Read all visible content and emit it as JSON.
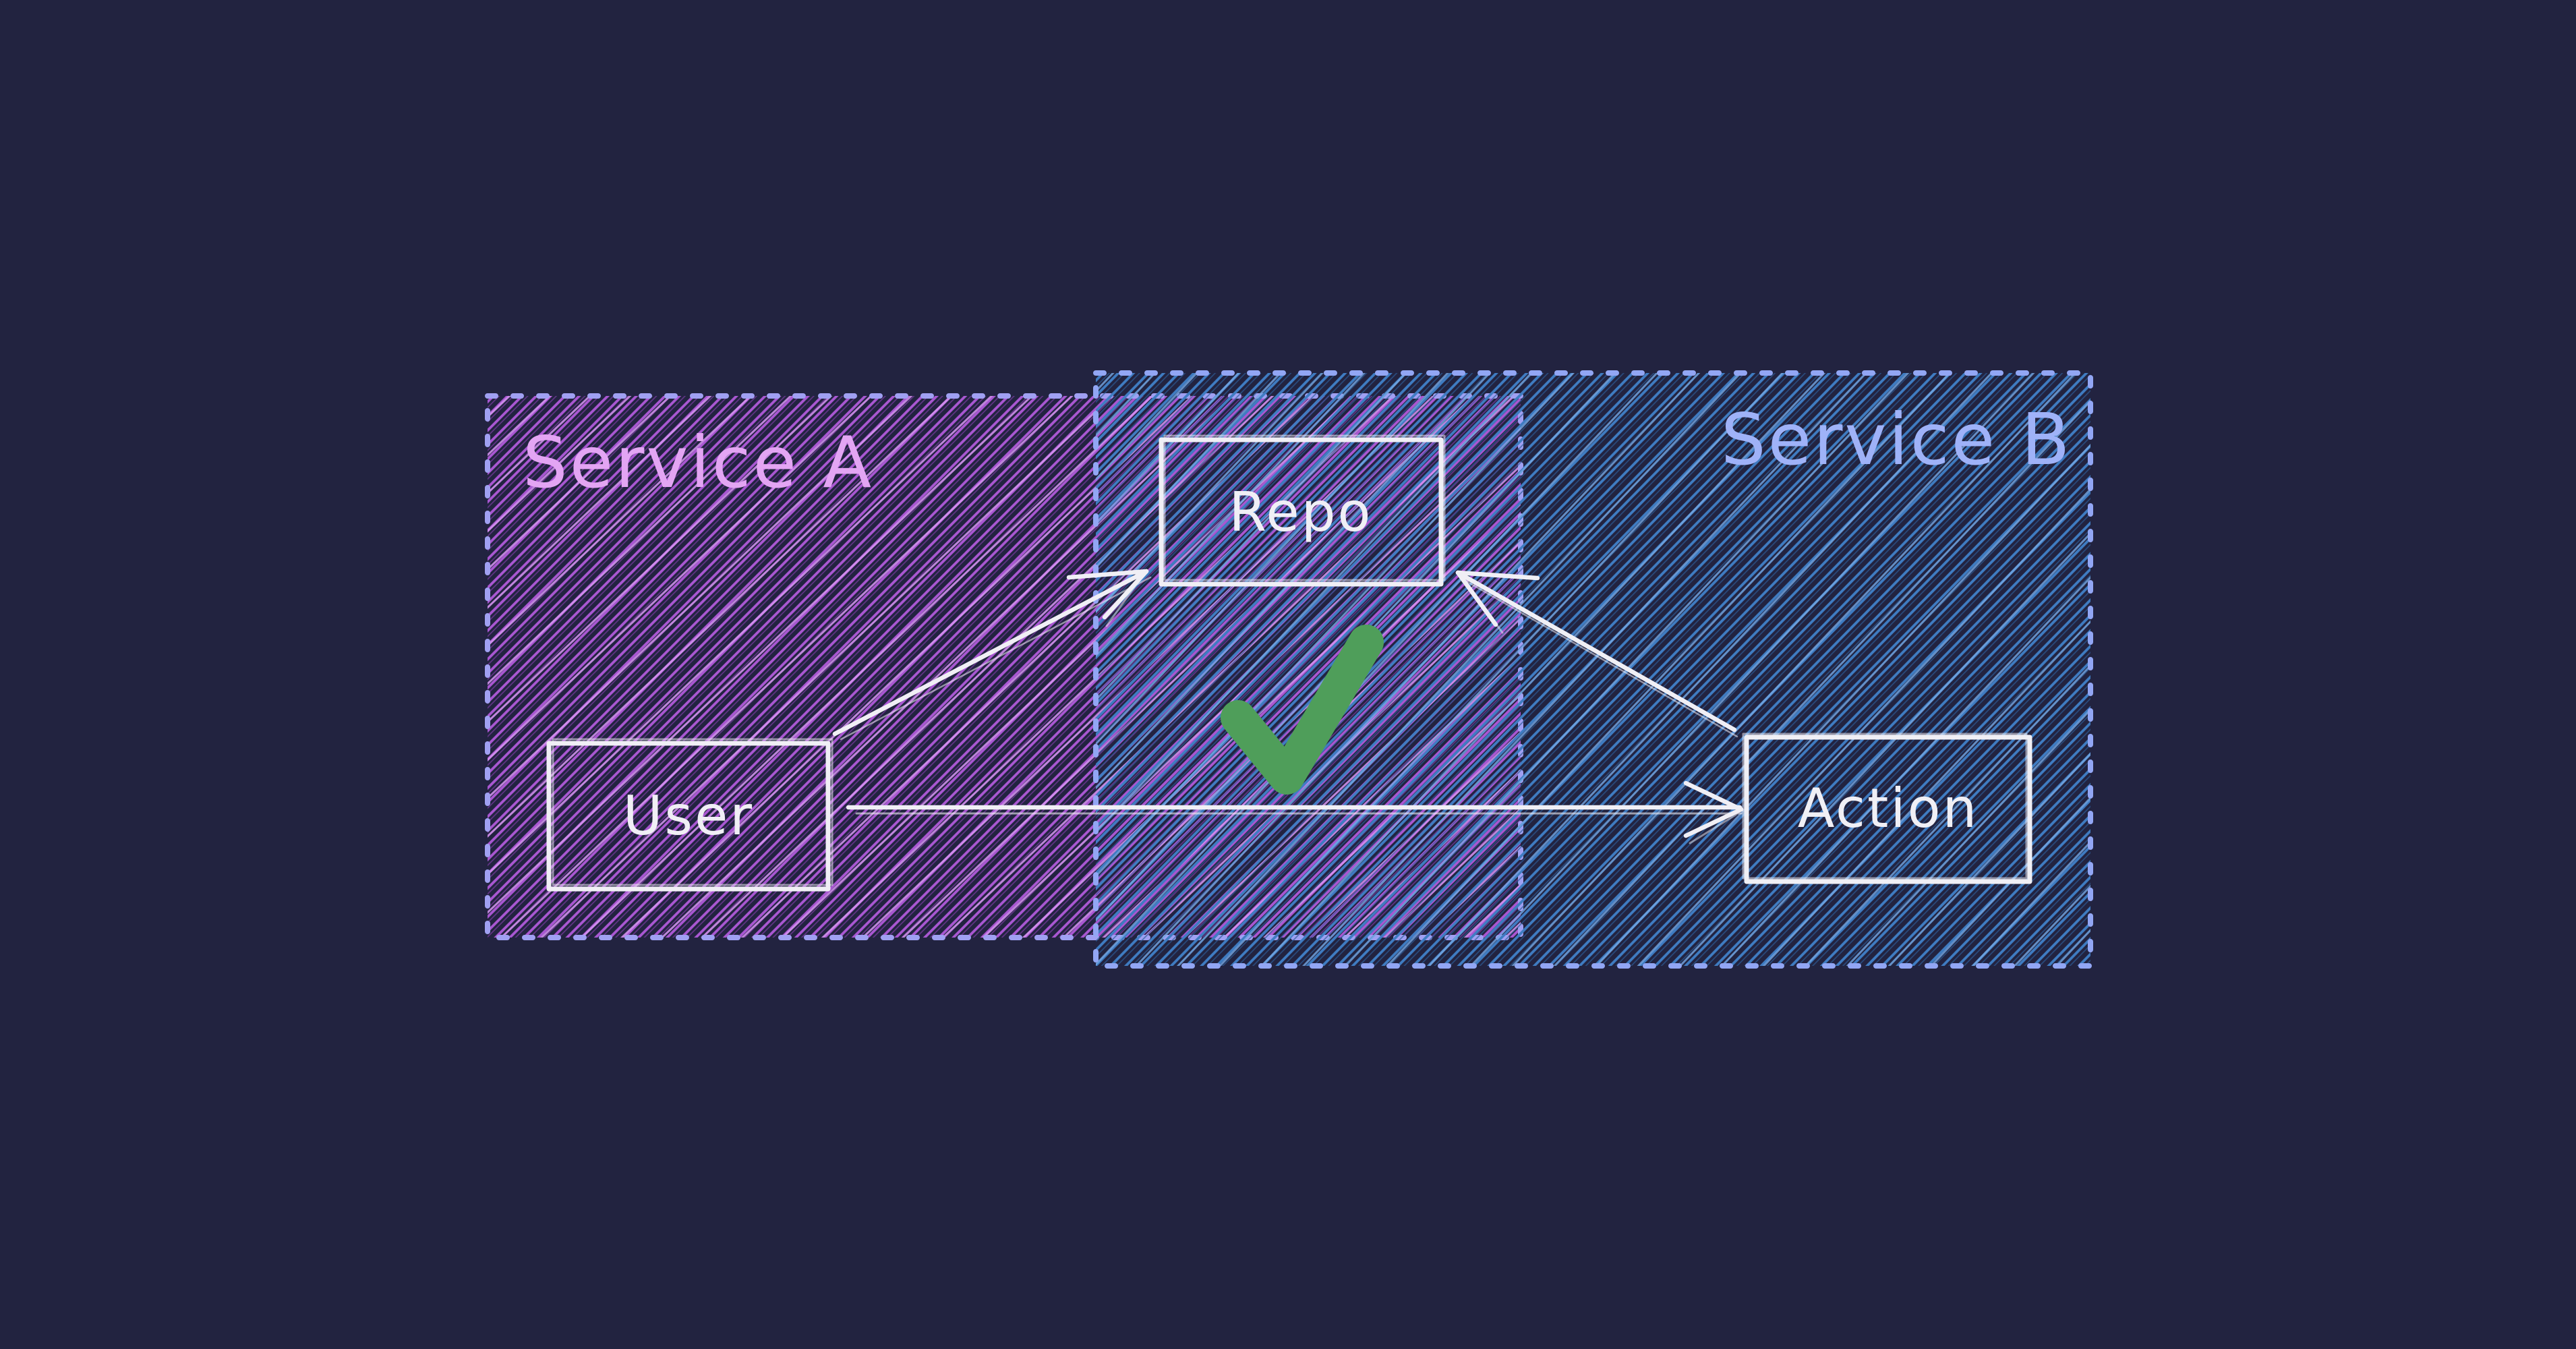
{
  "palette": {
    "background": "#222340",
    "stroke_white": "#f0eff5",
    "check_green": "#4f9e5a"
  },
  "regions": {
    "service_a": {
      "label": "Service A",
      "label_color": "#e3a5f3",
      "hatch_main": "#a957d2",
      "hatch_shadow": "#7c3aa4",
      "hatch_light": "#d795f2",
      "border_color": "#a0a0f2"
    },
    "service_b": {
      "label": "Service B",
      "label_color": "#9fb2f8",
      "hatch_main": "#3f7cc2",
      "hatch_shadow": "#2b5b97",
      "hatch_light": "#74a8e4",
      "border_color": "#92a6f4"
    }
  },
  "nodes": {
    "repo": {
      "label": "Repo"
    },
    "user": {
      "label": "User"
    },
    "action": {
      "label": "Action"
    }
  },
  "edges": {
    "user_to_repo": {
      "from": "User",
      "to": "Repo"
    },
    "action_to_repo": {
      "from": "Action",
      "to": "Repo"
    },
    "user_to_action": {
      "from": "User",
      "to": "Action"
    }
  }
}
